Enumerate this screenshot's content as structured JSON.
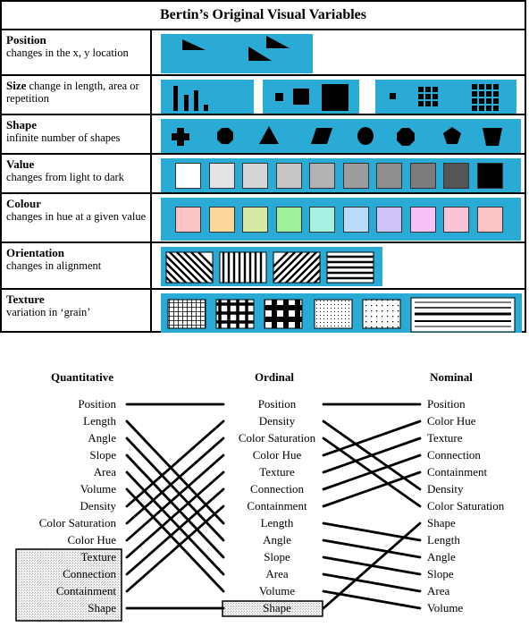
{
  "table": {
    "title": "Bertin’s Original Visual Variables",
    "rows": [
      {
        "name": "Position",
        "desc": "changes in the x, y location"
      },
      {
        "name": "Size",
        "desc": "change in length, area or repetition"
      },
      {
        "name": "Shape",
        "desc": "infinite number of shapes"
      },
      {
        "name": "Value",
        "desc": "changes from light to dark"
      },
      {
        "name": "Colour",
        "desc": "changes in hue at a given value"
      },
      {
        "name": "Orientation",
        "desc": "changes in alignment"
      },
      {
        "name": "Texture",
        "desc": "variation in ‘grain’"
      }
    ],
    "value_swatches": [
      "#ffffff",
      "#e4e4e4",
      "#d6d6d6",
      "#c6c6c6",
      "#b2b2b2",
      "#9c9c9c",
      "#8e8e8e",
      "#7c7c7c",
      "#555555",
      "#000000"
    ],
    "colour_swatches": [
      "#fbc3c4",
      "#fbd99a",
      "#d7eaa4",
      "#9ff09a",
      "#a6f2e0",
      "#b9dcfb",
      "#cfc3f9",
      "#f7c3f6",
      "#fac3d8",
      "#fbc3c4"
    ],
    "accent_color": "#29abd6"
  },
  "ranking": {
    "columns": [
      {
        "header": "Quantitative",
        "items": [
          "Position",
          "Length",
          "Angle",
          "Slope",
          "Area",
          "Volume",
          "Density",
          "Color Saturation",
          "Color Hue",
          "Texture",
          "Connection",
          "Containment",
          "Shape"
        ]
      },
      {
        "header": "Ordinal",
        "items": [
          "Position",
          "Density",
          "Color Saturation",
          "Color Hue",
          "Texture",
          "Connection",
          "Containment",
          "Length",
          "Angle",
          "Slope",
          "Area",
          "Volume",
          "Shape"
        ]
      },
      {
        "header": "Nominal",
        "items": [
          "Position",
          "Color Hue",
          "Texture",
          "Connection",
          "Containment",
          "Density",
          "Color Saturation",
          "Shape",
          "Length",
          "Angle",
          "Slope",
          "Area",
          "Volume"
        ]
      }
    ]
  }
}
